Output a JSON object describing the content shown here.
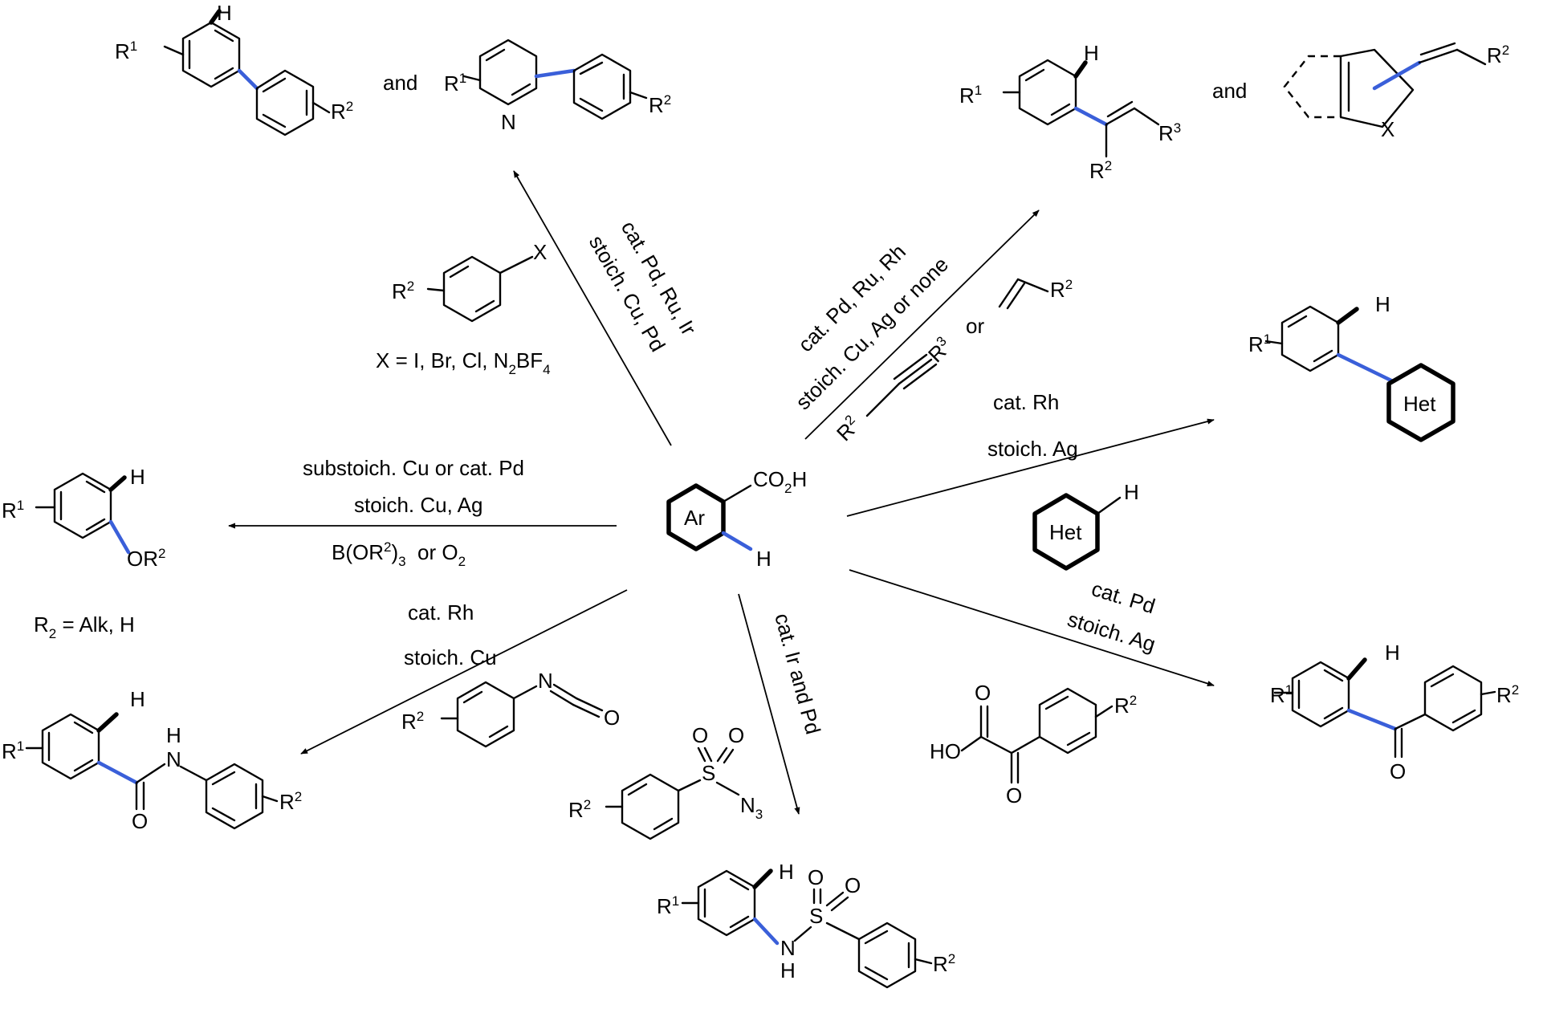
{
  "colors": {
    "new_bond": "#3a5fd9",
    "ink": "#000000",
    "background": "#ffffff"
  },
  "center": {
    "ring_label": "Ar",
    "acid": "CO",
    "acid_sub": "2",
    "acid_tail": "H",
    "h": "H"
  },
  "atoms": {
    "H": "H",
    "R": "R",
    "N": "N",
    "O": "O",
    "X": "X",
    "S": "S",
    "HO": "HO",
    "OR": "OR",
    "sup1": "1",
    "sup2": "2",
    "sup3": "3",
    "sub3": "3",
    "and": "and",
    "or": "or",
    "het": "Het"
  },
  "arrows": {
    "arylation": {
      "line1": "cat. Pd, Ru, Ir",
      "line2": "stoich. Cu, Pd",
      "reagent_note": "X = I, Br, Cl, N",
      "reagent_note_sub": "2",
      "reagent_note_tail": "BF",
      "reagent_note_sub2": "4"
    },
    "olefination": {
      "line1": "cat. Pd, Ru, Rh",
      "line2": "stoich. Cu, Ag or none"
    },
    "heteroarylation": {
      "line1": "cat. Rh",
      "line2": "stoich. Ag"
    },
    "oxygenation": {
      "line1": "substoich. Cu or cat. Pd",
      "line2": "stoich. Cu, Ag",
      "line3_a": "B(OR",
      "line3_sup": "2",
      "line3_b": ")",
      "line3_sub": "3",
      "line3_c": "  or O",
      "line3_sub2": "2",
      "note_a": "R",
      "note_sub": "2",
      "note_b": " = Alk, H"
    },
    "amidation": {
      "line1": "cat. Rh",
      "line2": "stoich. Cu"
    },
    "sulfonamidation": {
      "line1": "cat. Ir and Pd"
    },
    "acylation": {
      "line1": "cat. Pd",
      "line2": "stoich. Ag"
    }
  }
}
